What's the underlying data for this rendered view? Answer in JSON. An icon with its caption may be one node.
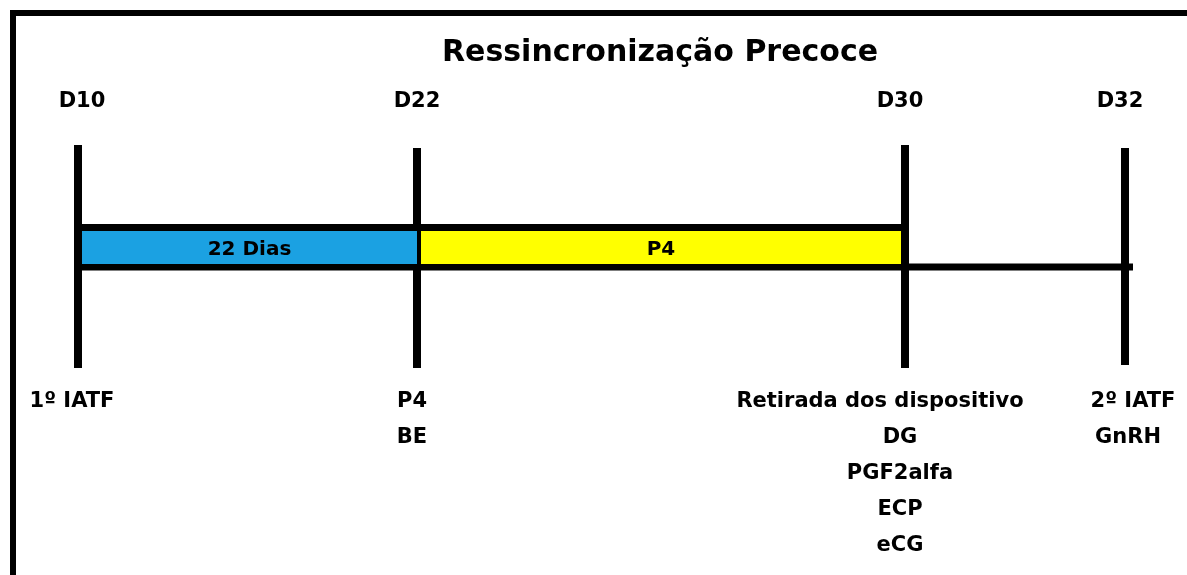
{
  "diagram": {
    "title": "Ressincronização Precoce",
    "nodes": [
      {
        "text": [
          "22 Dias"
        ]
      },
      {
        "text": [
          "P4"
        ]
      }
    ],
    "edges": [],
    "labels": [
      "D10",
      "D22",
      "D30",
      "D32",
      "1º IATF",
      "P4",
      "BE",
      "Retirada dos dispositivo",
      "DG",
      "PGF2alfa",
      "ECP",
      "eCG",
      "2º IATF",
      "GnRH"
    ]
  }
}
